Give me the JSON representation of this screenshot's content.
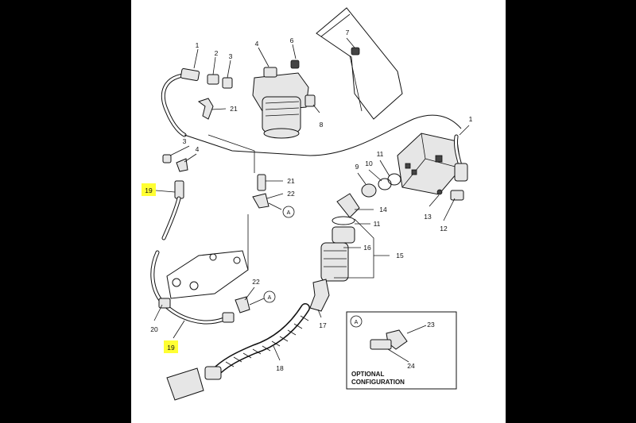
{
  "callouts": {
    "n1a": "1",
    "n2": "2",
    "n3a": "3",
    "n4a": "4",
    "n6": "6",
    "n7": "7",
    "n8": "8",
    "n21a": "21",
    "n3b": "3",
    "n4b": "4",
    "n1b": "1",
    "n11a": "11",
    "n10": "10",
    "n9": "9",
    "n19a": "19",
    "n21b": "21",
    "n22a": "22",
    "n13": "13",
    "n12": "12",
    "n14": "14",
    "n11b": "11",
    "n16": "16",
    "n15": "15",
    "n22b": "22",
    "n20": "20",
    "n19b": "19",
    "n17": "17",
    "n18": "18",
    "n23": "23",
    "n24": "24"
  },
  "refs": {
    "a1": "A",
    "a2": "A",
    "a3": "A"
  },
  "inset": {
    "line1": "OPTIONAL",
    "line2": "CONFIGURATION"
  },
  "colors": {
    "highlight": "#ffff33",
    "background": "#000000",
    "panel": "#ffffff"
  }
}
